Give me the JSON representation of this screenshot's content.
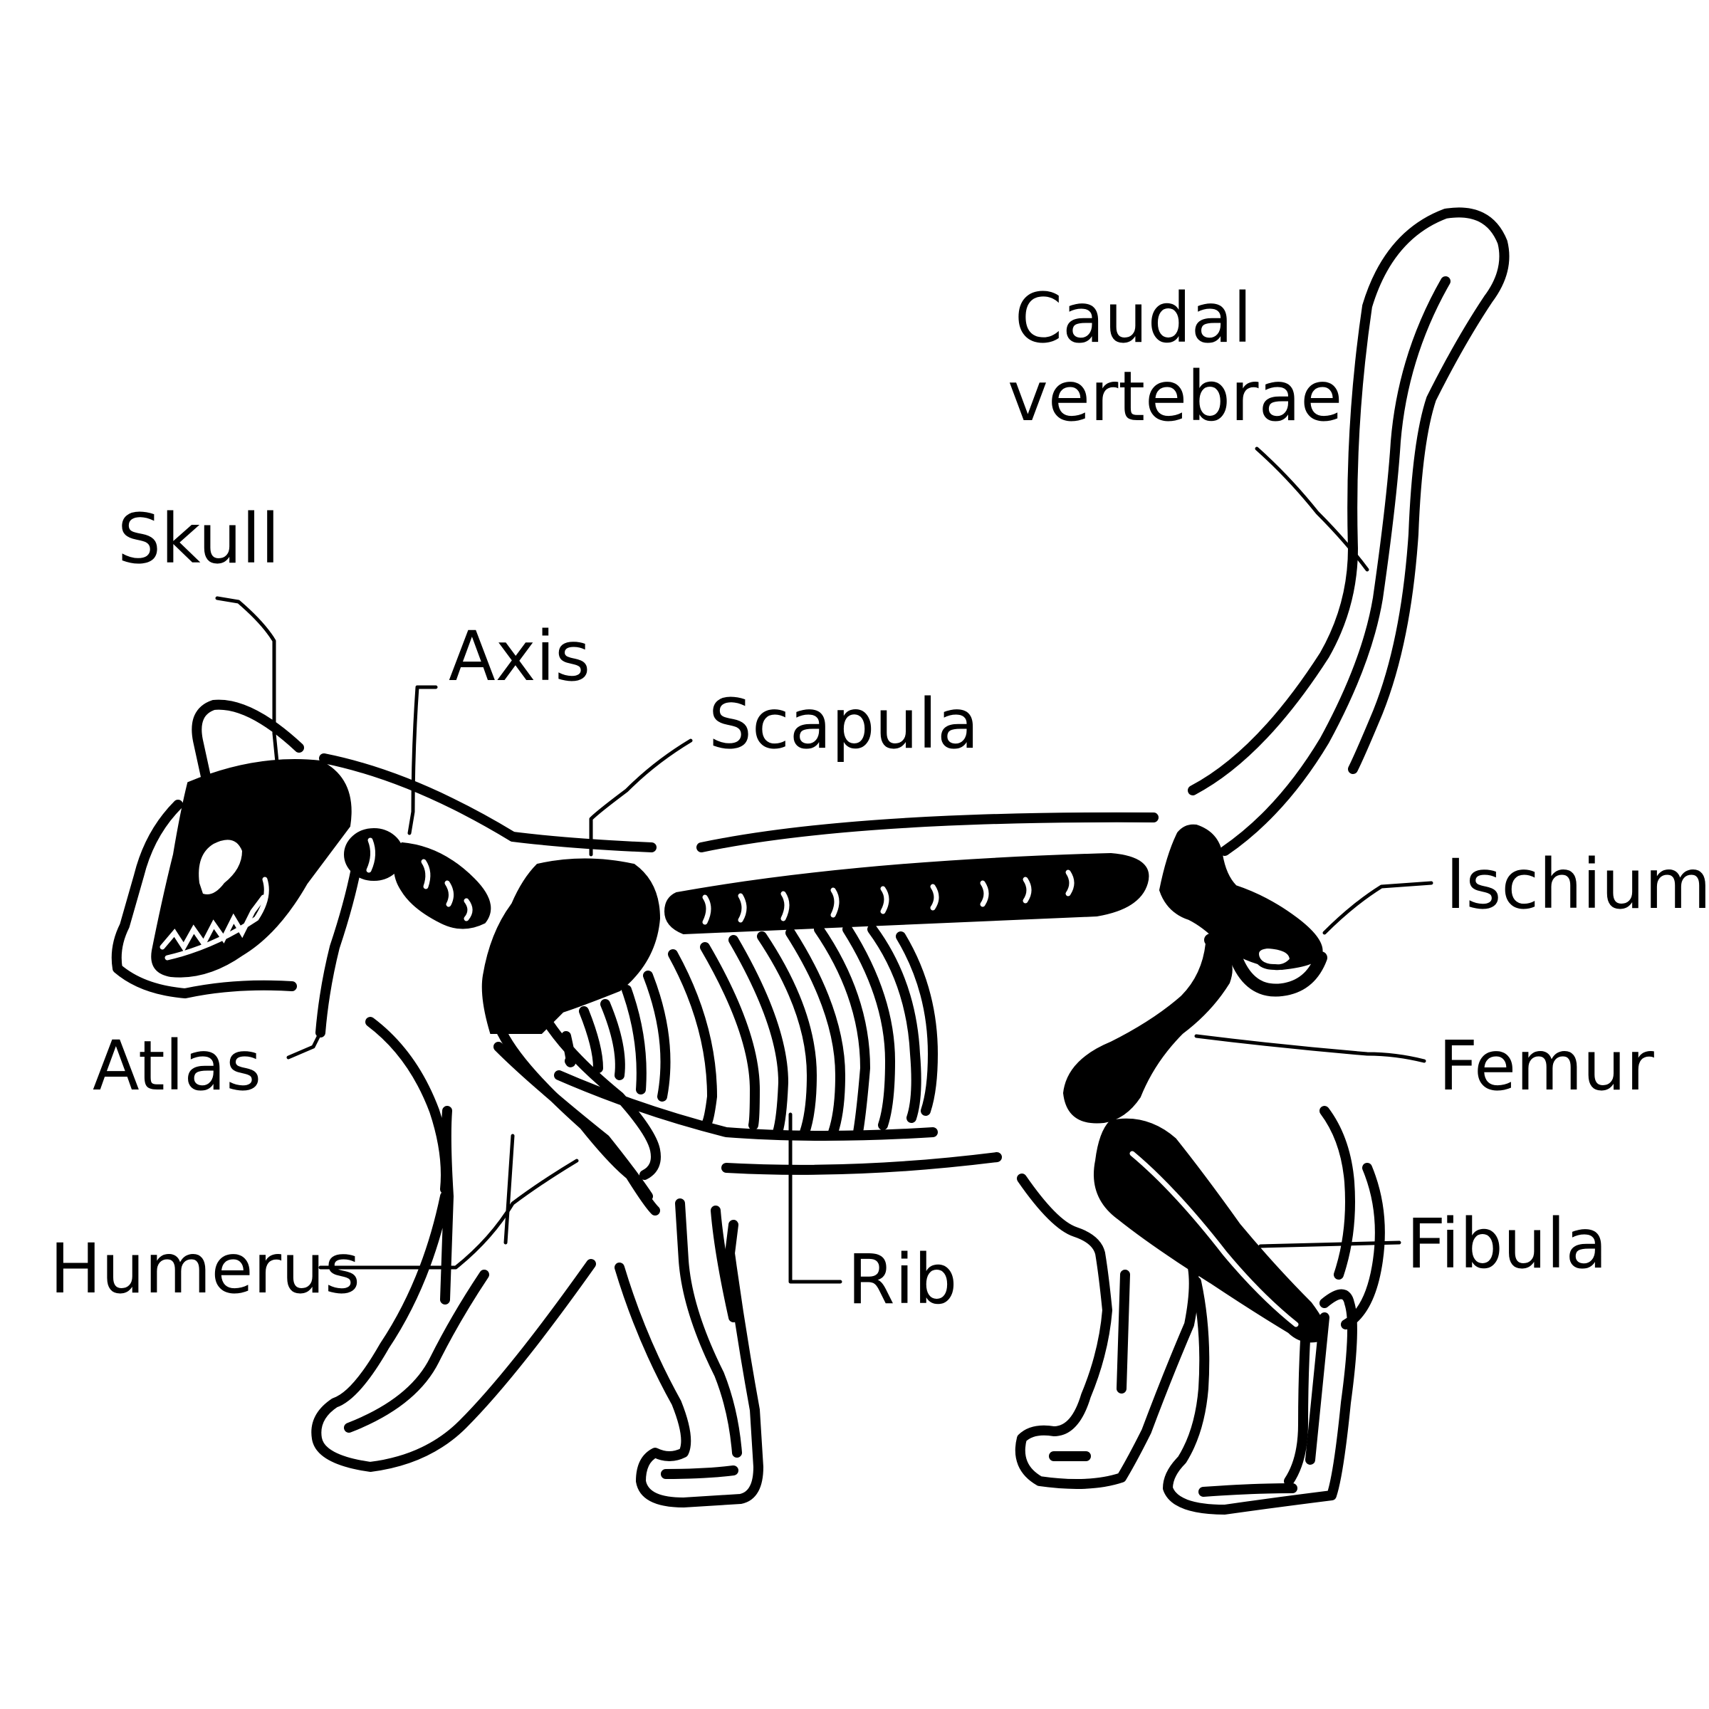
{
  "labels": {
    "skull": "Skull",
    "axis": "Axis",
    "scapula": "Scapula",
    "caudal_line1": "Caudal",
    "caudal_line2": "vertebrae",
    "ischium": "Ischium",
    "femur": "Femur",
    "fibula": "Fibula",
    "rib": "Rib",
    "humerus": "Humerus",
    "atlas": "Atlas"
  }
}
